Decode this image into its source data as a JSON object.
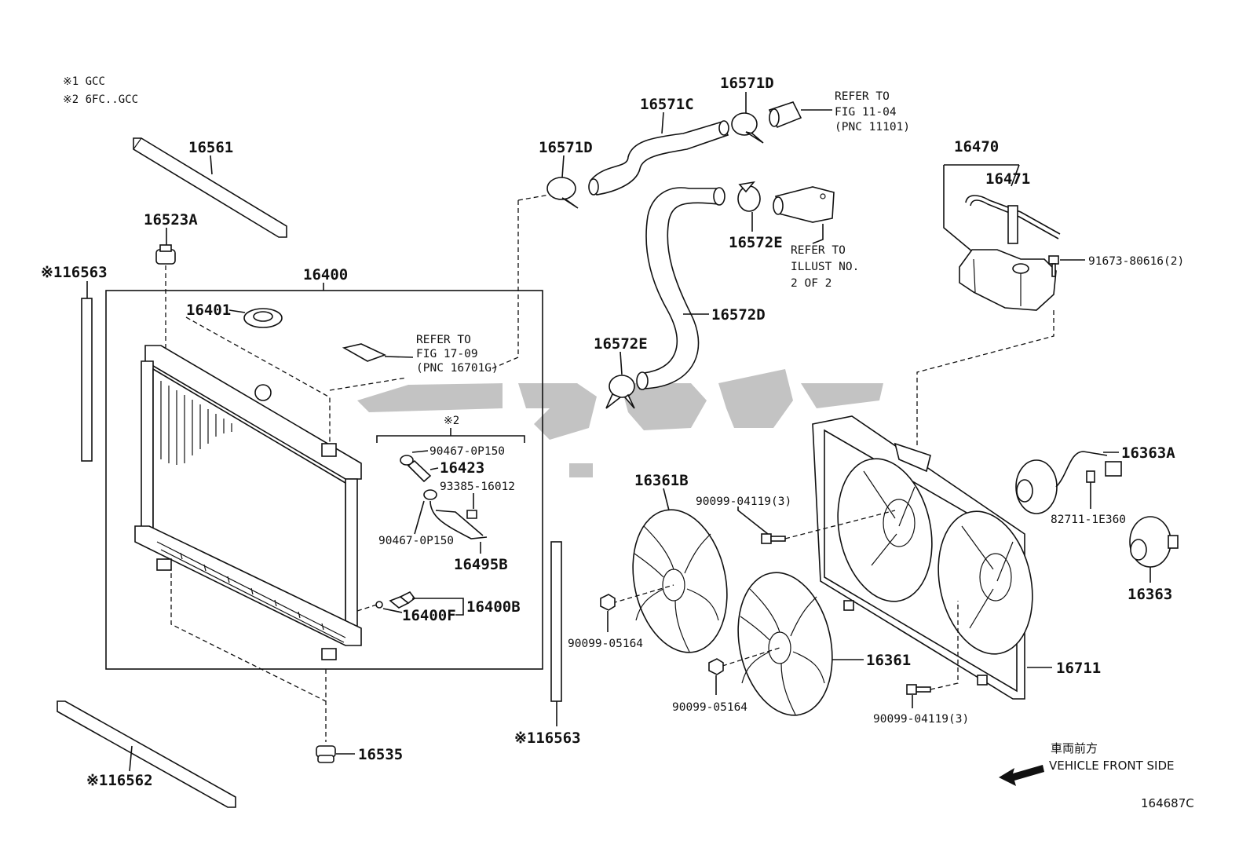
{
  "notes": {
    "note1": "※1 GCC",
    "note2": "※2 6FC..GCC"
  },
  "parts": {
    "p16561": "16561",
    "p16523A": "16523A",
    "p16563_left": "※116563",
    "p16400": "16400",
    "p16401": "16401",
    "p16423": "16423",
    "p90467_top": "90467-0P150",
    "p93385": "93385-16012",
    "p90467_bot": "90467-0P150",
    "p16495B": "16495B",
    "p16400F": "16400F",
    "p16400B": "16400B",
    "p16535": "16535",
    "p16562": "※116562",
    "p16563_right": "※116563",
    "p16571D_left": "16571D",
    "p16571C": "16571C",
    "p16571D_top": "16571D",
    "p16572E_top": "16572E",
    "p16572D": "16572D",
    "p16572E_left": "16572E",
    "p16470": "16470",
    "p16471": "16471",
    "p91673": "91673-80616(2)",
    "p16361B": "16361B",
    "p90099_04119_top": "90099-04119(3)",
    "p90099_05164_left": "90099-05164",
    "p90099_05164_bot": "90099-05164",
    "p16361": "16361",
    "p90099_04119_bot": "90099-04119(3)",
    "p16711": "16711",
    "p16363A": "16363A",
    "p82711": "82711-1E360",
    "p16363": "16363",
    "note2_marker": "※2"
  },
  "refs": {
    "fig1709": [
      "REFER TO",
      "FIG 17-09",
      "(PNC 16701G)"
    ],
    "fig1104": [
      "REFER TO",
      "FIG 11-04",
      "(PNC 11101)"
    ],
    "illust": [
      "REFER TO",
      "ILLUST NO.",
      "2 OF 2"
    ]
  },
  "footer": {
    "direction_jp": "車両前方",
    "direction_en": "VEHICLE FRONT SIDE",
    "figure_id": "164687C"
  }
}
